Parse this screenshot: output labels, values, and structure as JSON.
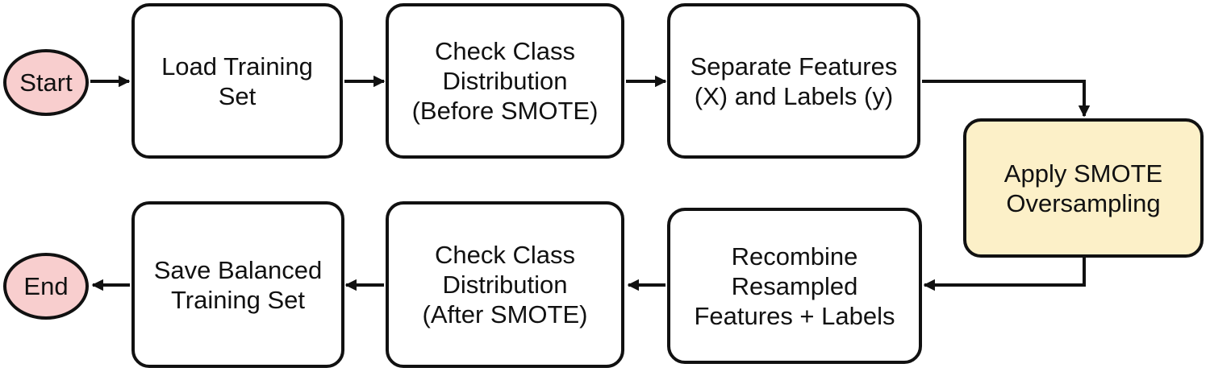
{
  "diagram": {
    "colors": {
      "stroke": "#111111",
      "box_fill": "#ffffff",
      "terminal_fill": "#f8cece",
      "highlight_fill": "#fcf0c8"
    },
    "nodes": {
      "start": "Start",
      "load_training_set": "Load Training\nSet",
      "check_distribution_before": "Check Class\nDistribution\n(Before SMOTE)",
      "separate_features": "Separate Features\n(X) and Labels (y)",
      "apply_smote": "Apply SMOTE\nOversampling",
      "recombine": "Recombine\nResampled\nFeatures + Labels",
      "check_distribution_after": "Check Class\nDistribution\n(After SMOTE)",
      "save_balanced": "Save Balanced\nTraining Set",
      "end": "End"
    },
    "edges": [
      {
        "from": "start",
        "to": "load_training_set"
      },
      {
        "from": "load_training_set",
        "to": "check_distribution_before"
      },
      {
        "from": "check_distribution_before",
        "to": "separate_features"
      },
      {
        "from": "separate_features",
        "to": "apply_smote"
      },
      {
        "from": "apply_smote",
        "to": "recombine"
      },
      {
        "from": "recombine",
        "to": "check_distribution_after"
      },
      {
        "from": "check_distribution_after",
        "to": "save_balanced"
      },
      {
        "from": "save_balanced",
        "to": "end"
      }
    ]
  }
}
